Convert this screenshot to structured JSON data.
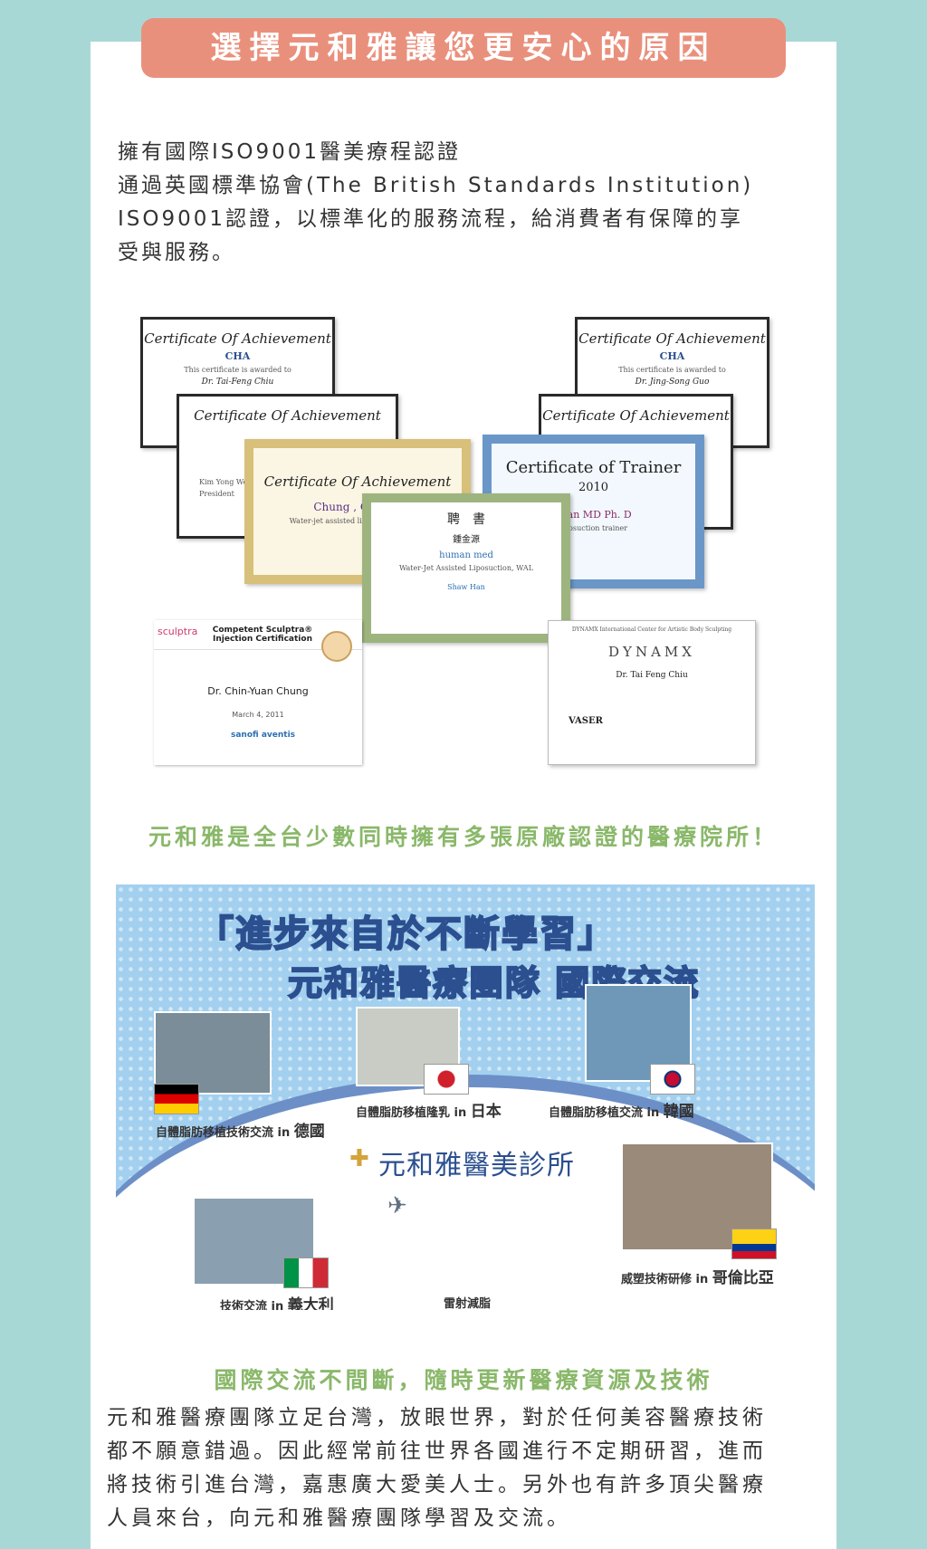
{
  "banner": "選擇元和雅讓您更安心的原因",
  "intro": {
    "line1": "擁有國際ISO9001醫美療程認證",
    "line2": "通過英國標準協會(The British Standards Institution)",
    "line3": "ISO9001認證，以標準化的服務流程，給消費者有保障的享",
    "line4": "受與服務。"
  },
  "certs": {
    "c1": {
      "title": "Certificate Of Achievement",
      "org": "CHA",
      "sub": "This certificate is awarded to",
      "name": "Dr. Tai-Feng Chiu"
    },
    "c2": {
      "title": "Certificate Of Achievement",
      "org": "CHA",
      "sub": "This certificate is awarded to",
      "name": "Dr. Jing-Song Guo"
    },
    "c3": {
      "title": "Certificate Of Achievement",
      "name": "Kim Yong Wook",
      "sub": "President"
    },
    "c4": {
      "title": "Certificate Of Achievement"
    },
    "c5": {
      "title": "Certificate Of Achievement",
      "name": "Chung , Chin-Yu",
      "sub": "Water-jet assisted liposuction & Auto"
    },
    "c6": {
      "title": "Certificate of Trainer",
      "year": "2010",
      "name": "Yuan MD Ph. D",
      "sub": "liposuction trainer"
    },
    "c7": {
      "title": "聘　書",
      "name": "鍾金源",
      "brand": "human med",
      "sub": "Water-Jet Assisted Liposuction, WAL",
      "sign": "Shaw Han"
    },
    "c8": {
      "brand": "sculptra",
      "title": "Competent Sculptra® Injection Certification",
      "name": "Dr. Chin-Yuan Chung",
      "date": "March 4, 2011",
      "sponsor": "sanofi aventis"
    },
    "c9": {
      "header": "DYNAMX International Center for Artistic Body Sculpting",
      "title": "DYNAMX",
      "name": "Dr. Tai Feng Chiu",
      "brand": "VASER"
    }
  },
  "headline": "元和雅是全台少數同時擁有多張原廠認證的醫療院所！",
  "map": {
    "title1": "「進步來自於不斷學習」",
    "title2": "元和雅醫療團隊 國際交流",
    "clinic": "元和雅醫美診所",
    "cap_germany_a": "自體脂肪移植技術交流 in",
    "cap_germany_b": "德國",
    "cap_japan_a": "自體脂肪移植隆乳 in",
    "cap_japan_b": "日本",
    "cap_korea_a": "自體脂肪移植交流 in",
    "cap_korea_b": "韓國",
    "cap_colombia_a": "威塑技術研修 in",
    "cap_colombia_b": "哥倫比亞",
    "cap_italy_a": "技術交流 in",
    "cap_italy_b": "義大利",
    "cap_laser": "雷射減脂"
  },
  "subhead": "國際交流不間斷，隨時更新醫療資源及技術",
  "outro": {
    "line1": "元和雅醫療團隊立足台灣，放眼世界，對於任何美容醫療技術",
    "line2": "都不願意錯過。因此經常前往世界各國進行不定期研習，進而",
    "line3": "將技術引進台灣，嘉惠廣大愛美人士。另外也有許多頂尖醫療",
    "line4": "人員來台，向元和雅醫療團隊學習及交流。"
  },
  "colors": {
    "background": "#a8d8d6",
    "banner": "#e9907c",
    "accent_green": "#8ab86a",
    "map_blue": "#a3d0ef"
  }
}
